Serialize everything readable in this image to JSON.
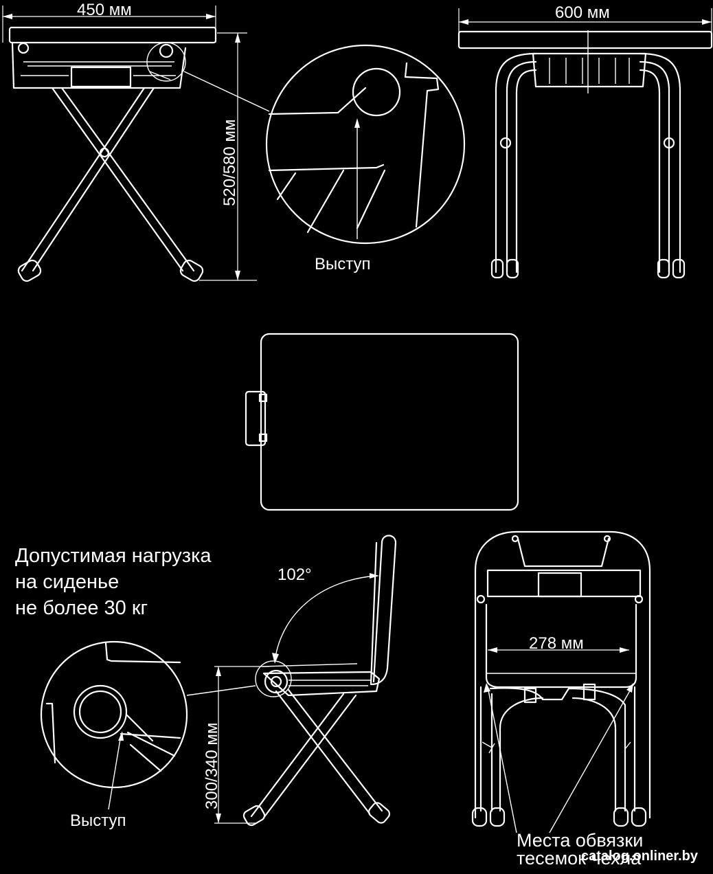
{
  "dimensions": {
    "table_depth": "450 мм",
    "table_width": "600 мм",
    "table_height": "520/580 мм",
    "chair_seat_height": "300/340 мм",
    "chair_width": "278 мм",
    "backrest_angle": "102°"
  },
  "labels": {
    "protrusion_table": "Выступ",
    "protrusion_chair": "Выступ"
  },
  "load_note": [
    "Допустимая нагрузка",
    "на сиденье",
    "не более 30 кг"
  ],
  "tie_points": [
    "Места обвязки",
    "тесемок чехла"
  ],
  "watermark": "catalog.onliner.by"
}
